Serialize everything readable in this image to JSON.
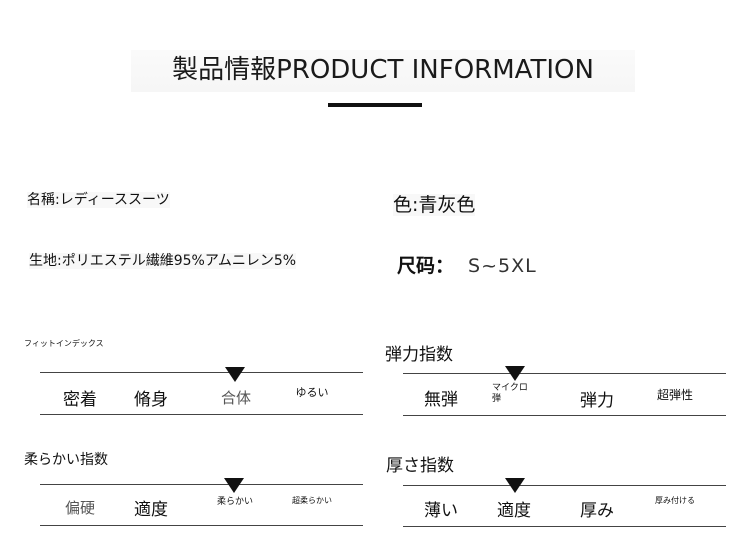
{
  "header": {
    "title": "製品情報PRODUCT INFORMATION"
  },
  "product": {
    "name": "名稱:レディーススーツ",
    "color": "色:青灰色",
    "material": "生地:ポリエステル繊維95%アムニレン5%",
    "size_label": "尺码：",
    "size_value": "S~5XL"
  },
  "scales": {
    "fit": {
      "label": "フィットインデックス",
      "options": [
        "密着",
        "脩身",
        "合体",
        "ゆるい"
      ],
      "selected": "合体"
    },
    "elasticity": {
      "label": "弾力指数",
      "options": [
        "無弾",
        "マイクロ",
        "弾",
        "弾力",
        "超弾性"
      ],
      "selected": "マイクロ弾"
    },
    "softness": {
      "label": "柔らかい指数",
      "options": [
        "偏硬",
        "適度",
        "柔らかい",
        "超柔らかい"
      ],
      "selected": "柔らかい"
    },
    "thickness": {
      "label": "厚さ指数",
      "options": [
        "薄い",
        "適度",
        "厚み",
        "厚み付ける"
      ],
      "selected": "適度"
    }
  }
}
